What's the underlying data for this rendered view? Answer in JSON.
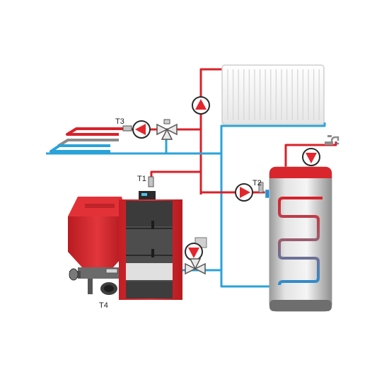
{
  "labels": {
    "t1": "T1",
    "t2": "T2",
    "t3": "T3",
    "t4": "T4"
  },
  "colors": {
    "hot_pipe": "#d8212a",
    "cold_pipe": "#2aa3d9",
    "boiler_red": "#d9262c",
    "pump_red": "#e3262d",
    "tank_silver": "#c9c9c9",
    "radiator_white": "#f6f6f6"
  },
  "icons": [
    "pump-icon",
    "three-way-valve-icon",
    "tap-icon",
    "sensor-icon"
  ]
}
